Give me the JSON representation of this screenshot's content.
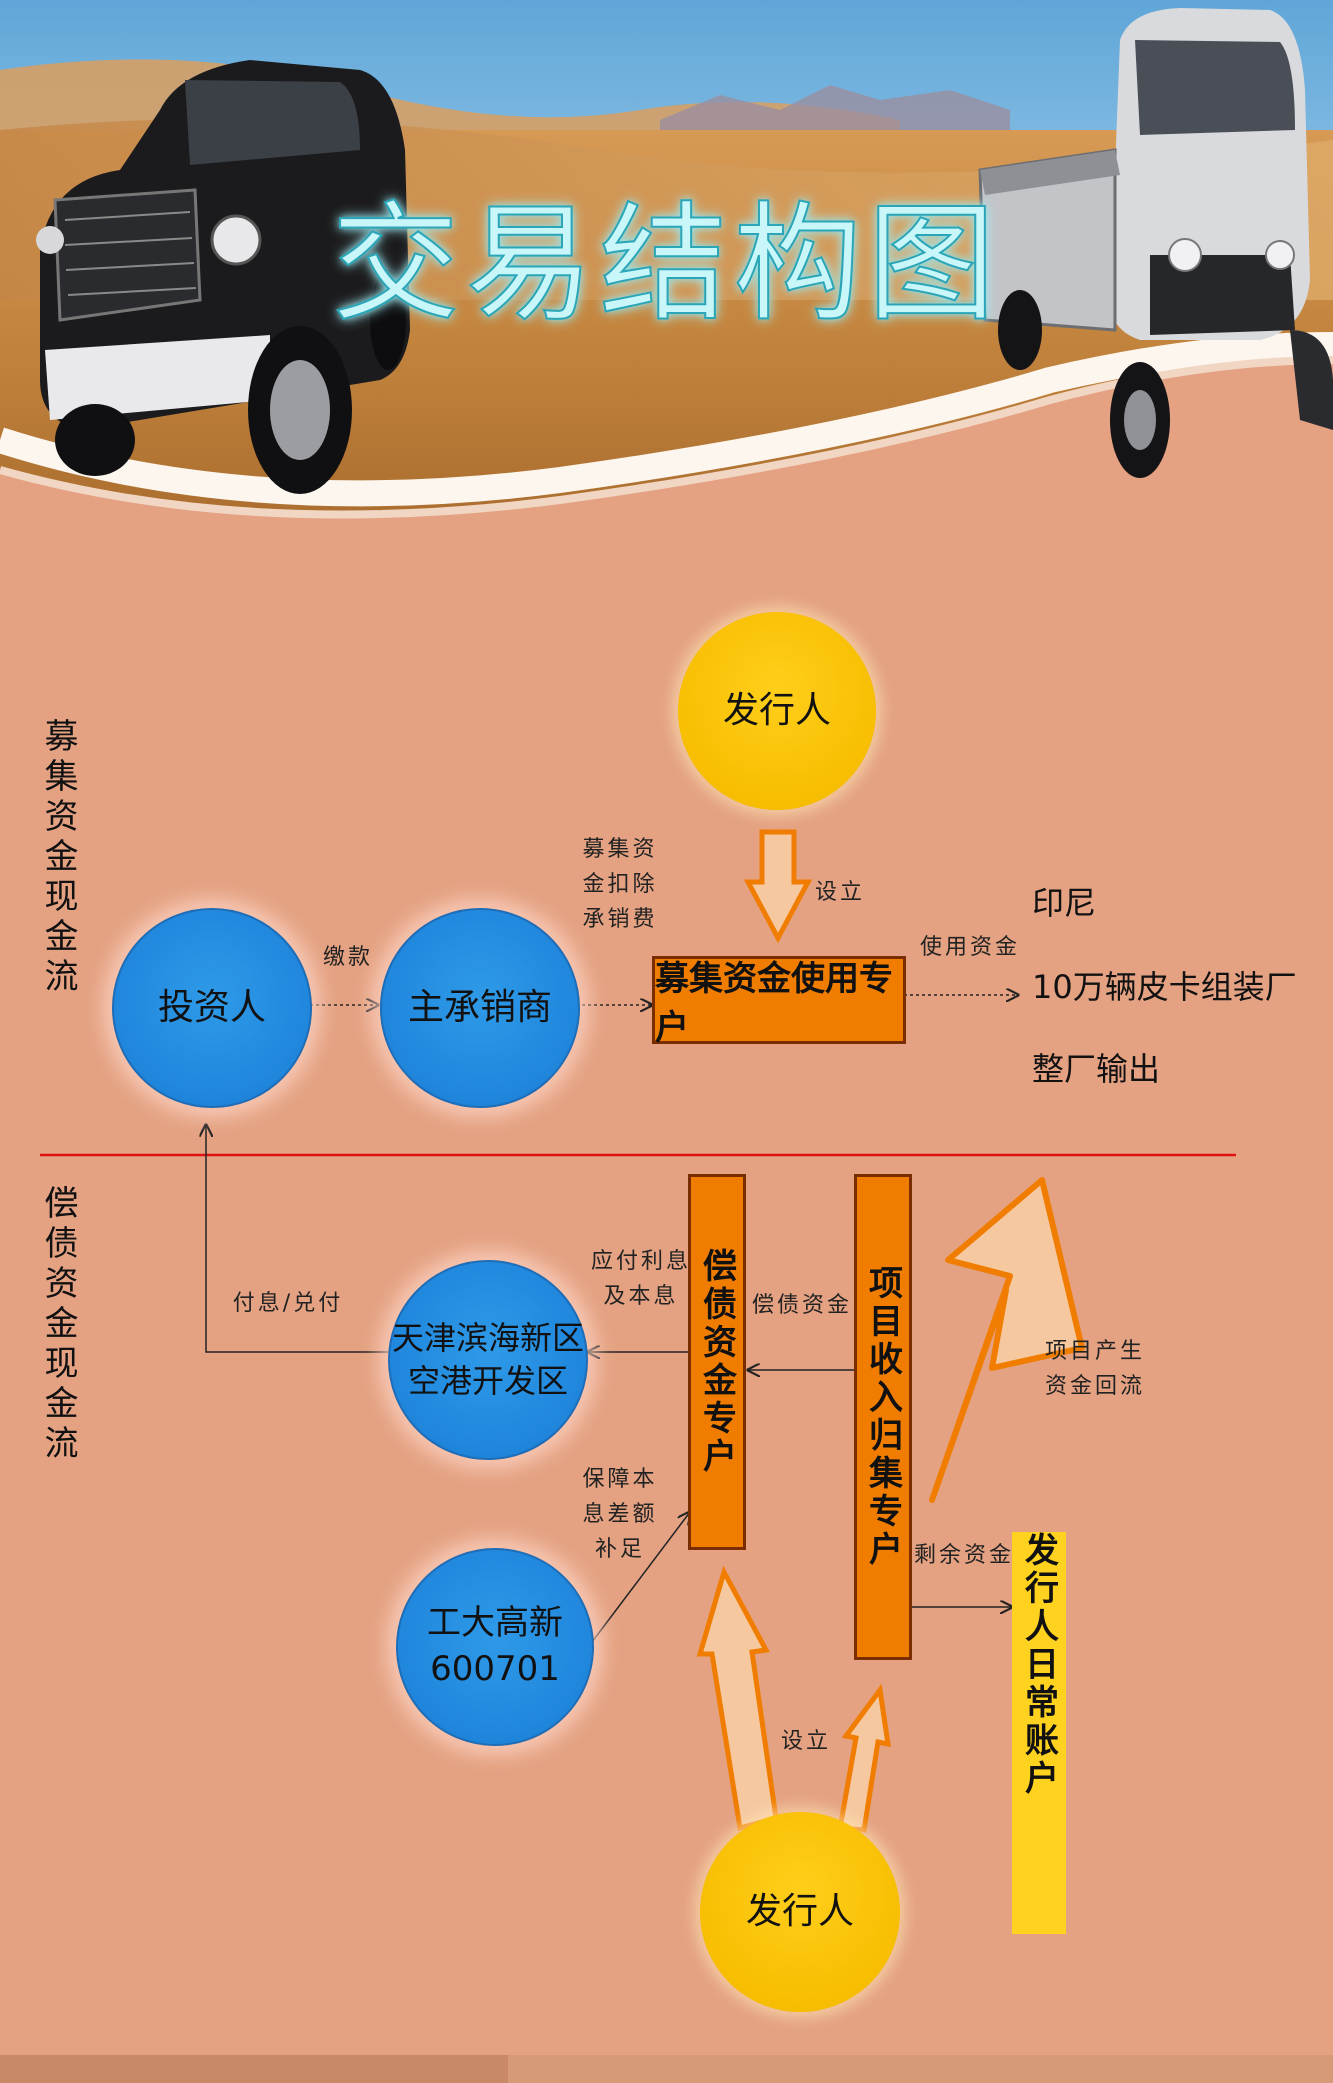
{
  "header": {
    "title": "交易结构图"
  },
  "sections": {
    "top": "募集资金现金流",
    "bottom": "偿债资金现金流"
  },
  "nodes": {
    "issuer_top": "发行人",
    "investor": "投资人",
    "underwriter": "主承销商",
    "raise_account": "募集资金使用专户",
    "issuer_bottom": "发行人",
    "tianjin": "天津滨海新区\n空港开发区",
    "gongda": "工大高新\n600701",
    "debt_account": "偿债资金专户",
    "revenue_account": "项目收入归集专户",
    "daily_account": "发行人日常账户"
  },
  "edge_labels": {
    "pay": "缴款",
    "deduct": "募集资\n金扣除\n承销费",
    "setup_top": "设立",
    "use_funds": "使用资金",
    "interest": "付息/兑付",
    "payable": "应付利息\n及本息",
    "debt_funds": "偿债资金",
    "guarantee": "保障本\n息差额\n补足",
    "remaining": "剩余资金",
    "setup_bottom": "设立",
    "project_flow": "项目产生\n资金回流"
  },
  "destination": {
    "line1": "印尼",
    "line2": "10万辆皮卡组装厂",
    "line3": "整厂输出"
  },
  "colors": {
    "background": "#e4a282",
    "blue_node": "#1f86dc",
    "gold_node": "#f7bd00",
    "orange_box": "#f07d00",
    "yellow_box": "#ffd21f",
    "divider": "#e01010"
  }
}
